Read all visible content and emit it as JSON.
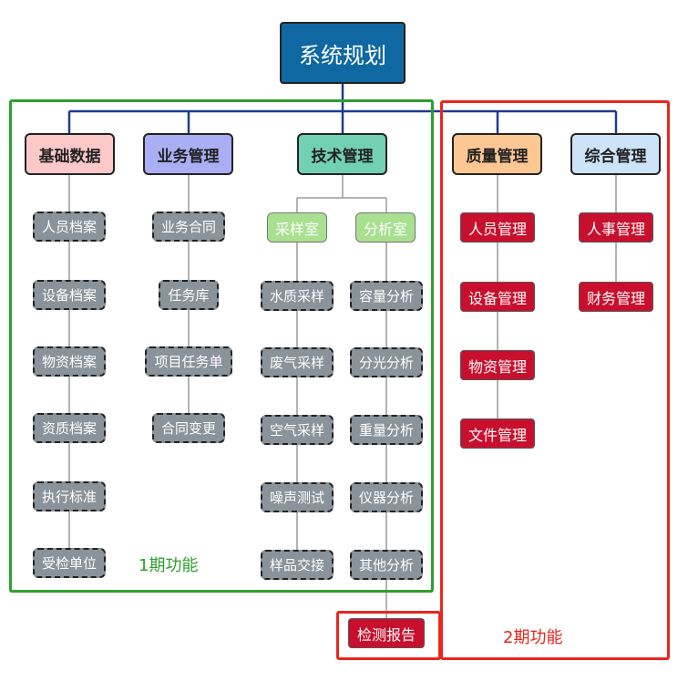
{
  "root": "系统规划",
  "groups": {
    "jichu": "基础数据",
    "yewu": "业务管理",
    "jishu": "技术管理",
    "zhiliang": "质量管理",
    "zonghe": "综合管理"
  },
  "jichu_items": [
    "人员档案",
    "设备档案",
    "物资档案",
    "资质档案",
    "执行标准",
    "受检单位"
  ],
  "yewu_items": [
    "业务合同",
    "任务库",
    "项目任务单",
    "合同变更"
  ],
  "jishu_sub": {
    "caiyang": "采样室",
    "fenxi": "分析室"
  },
  "caiyang_items": [
    "水质采样",
    "废气采样",
    "空气采样",
    "噪声测试",
    "样品交接"
  ],
  "fenxi_items": [
    "容量分析",
    "分光分析",
    "重量分析",
    "仪器分析",
    "其他分析"
  ],
  "report": "检测报告",
  "zhiliang_items": [
    "人员管理",
    "设备管理",
    "物资管理",
    "文件管理"
  ],
  "zonghe_items": [
    "人事管理",
    "财务管理"
  ],
  "phase1": "1期功能",
  "phase2": "2期功能",
  "colors": {
    "root": "#0f68a1",
    "jichu": "#fdc8c8",
    "yewu": "#a9aef5",
    "jishu": "#72d0b5",
    "zhiliang": "#fdc793",
    "zonghe": "#cde3f7",
    "phase1_border": "#2ca02c",
    "phase2_border": "#e8261e",
    "connector": "#1f3b8f"
  }
}
